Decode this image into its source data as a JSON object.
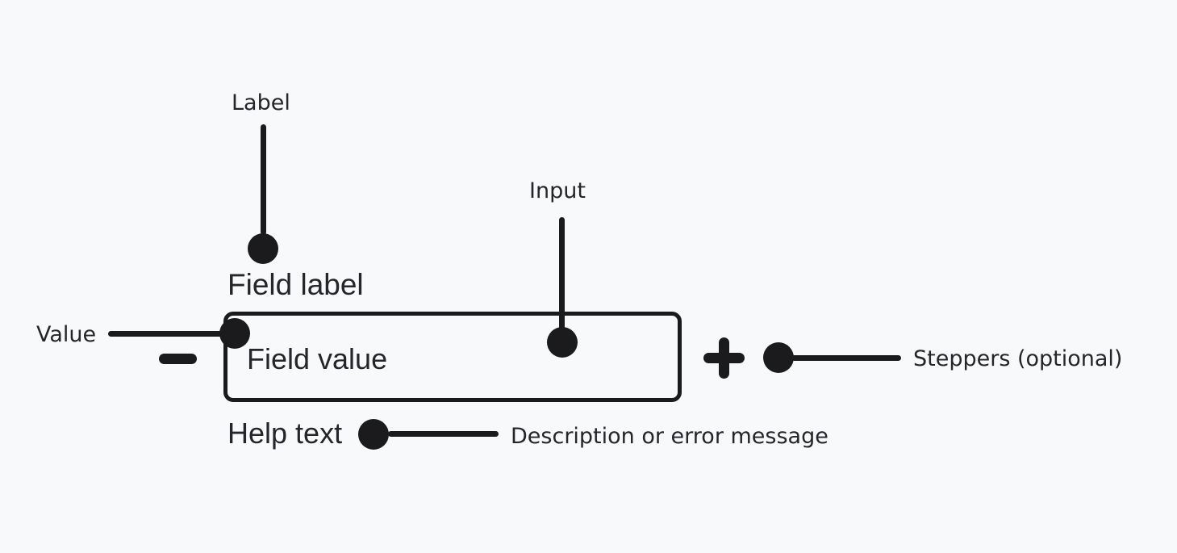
{
  "colors": {
    "background": "#f8f9fb",
    "ink": "#1b1b1e",
    "text": "#26262a"
  },
  "component": {
    "field_label": "Field label",
    "field_value": "Field value",
    "help_text": "Help text",
    "icons": {
      "decrement": "minus-stepper-icon",
      "increment": "plus-stepper-icon"
    }
  },
  "annotations": {
    "label": "Label",
    "input": "Input",
    "value": "Value",
    "steppers": "Steppers (optional)",
    "description": "Description or error message"
  }
}
